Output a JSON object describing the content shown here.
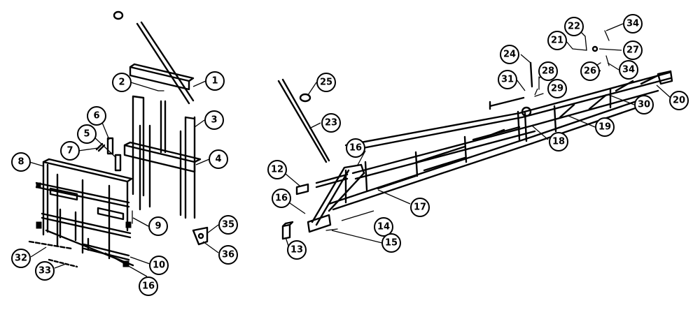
{
  "callouts": [
    {
      "id": "1",
      "label": "1"
    },
    {
      "id": "2",
      "label": "2"
    },
    {
      "id": "3",
      "label": "3"
    },
    {
      "id": "4",
      "label": "4"
    },
    {
      "id": "5",
      "label": "5"
    },
    {
      "id": "6",
      "label": "6"
    },
    {
      "id": "7",
      "label": "7"
    },
    {
      "id": "8",
      "label": "8"
    },
    {
      "id": "9",
      "label": "9"
    },
    {
      "id": "10",
      "label": "10"
    },
    {
      "id": "12",
      "label": "12"
    },
    {
      "id": "13",
      "label": "13"
    },
    {
      "id": "14",
      "label": "14"
    },
    {
      "id": "15",
      "label": "15"
    },
    {
      "id": "16a",
      "label": "16"
    },
    {
      "id": "16b",
      "label": "16"
    },
    {
      "id": "16c",
      "label": "16"
    },
    {
      "id": "17",
      "label": "17"
    },
    {
      "id": "18",
      "label": "18"
    },
    {
      "id": "19",
      "label": "19"
    },
    {
      "id": "20",
      "label": "20"
    },
    {
      "id": "21",
      "label": "21"
    },
    {
      "id": "22",
      "label": "22"
    },
    {
      "id": "23",
      "label": "23"
    },
    {
      "id": "24",
      "label": "24"
    },
    {
      "id": "25",
      "label": "25"
    },
    {
      "id": "26",
      "label": "26"
    },
    {
      "id": "27",
      "label": "27"
    },
    {
      "id": "28",
      "label": "28"
    },
    {
      "id": "29",
      "label": "29"
    },
    {
      "id": "30",
      "label": "30"
    },
    {
      "id": "31",
      "label": "31"
    },
    {
      "id": "32",
      "label": "32"
    },
    {
      "id": "33",
      "label": "33"
    },
    {
      "id": "34a",
      "label": "34"
    },
    {
      "id": "34b",
      "label": "34"
    },
    {
      "id": "35",
      "label": "35"
    },
    {
      "id": "36",
      "label": "36"
    }
  ]
}
